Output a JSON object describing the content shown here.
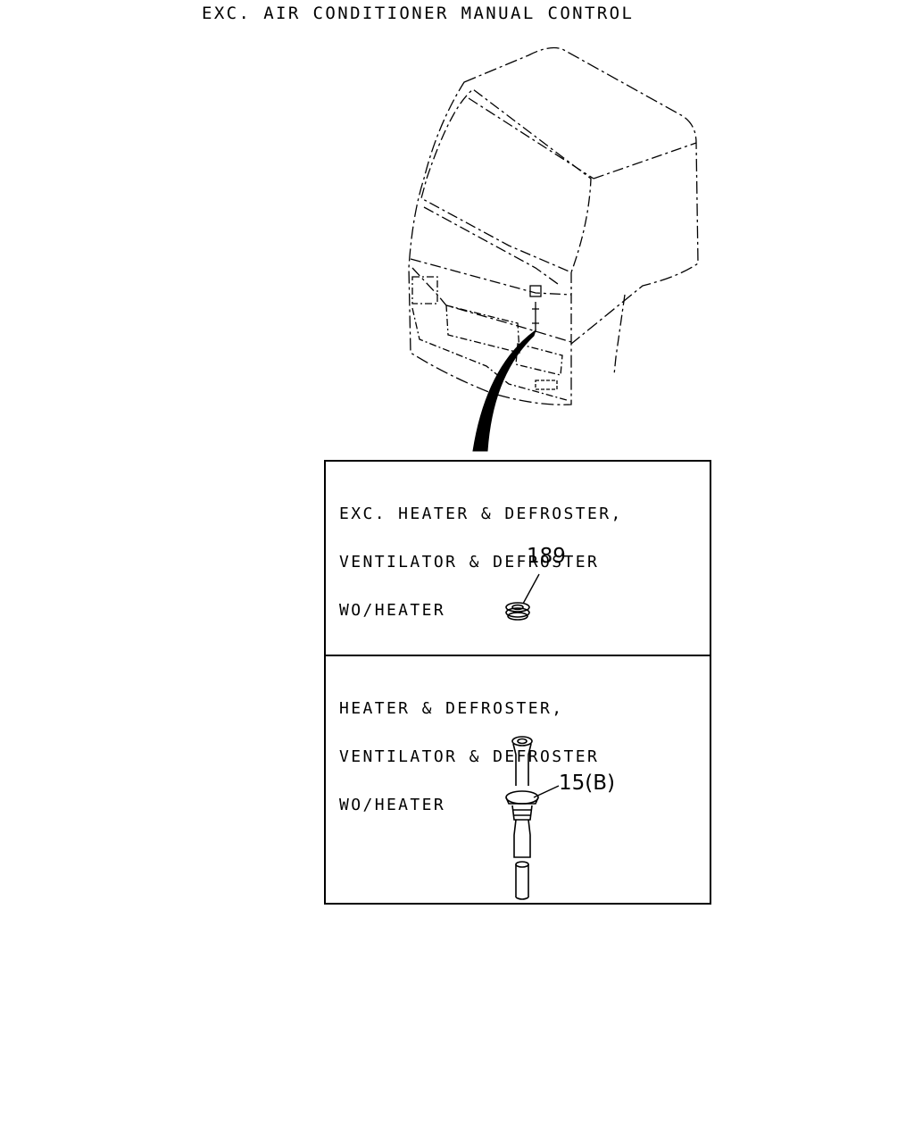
{
  "title": "EXC. AIR CONDITIONER MANUAL CONTROL",
  "panels": [
    {
      "conditions": [
        "EXC. HEATER & DEFROSTER,",
        "VENTILATOR & DEFROSTER",
        "WO/HEATER"
      ],
      "part_label": "189"
    },
    {
      "conditions": [
        "HEATER & DEFROSTER,",
        "VENTILATOR & DEFROSTER",
        "WO/HEATER"
      ],
      "part_label": "15(B)"
    }
  ]
}
